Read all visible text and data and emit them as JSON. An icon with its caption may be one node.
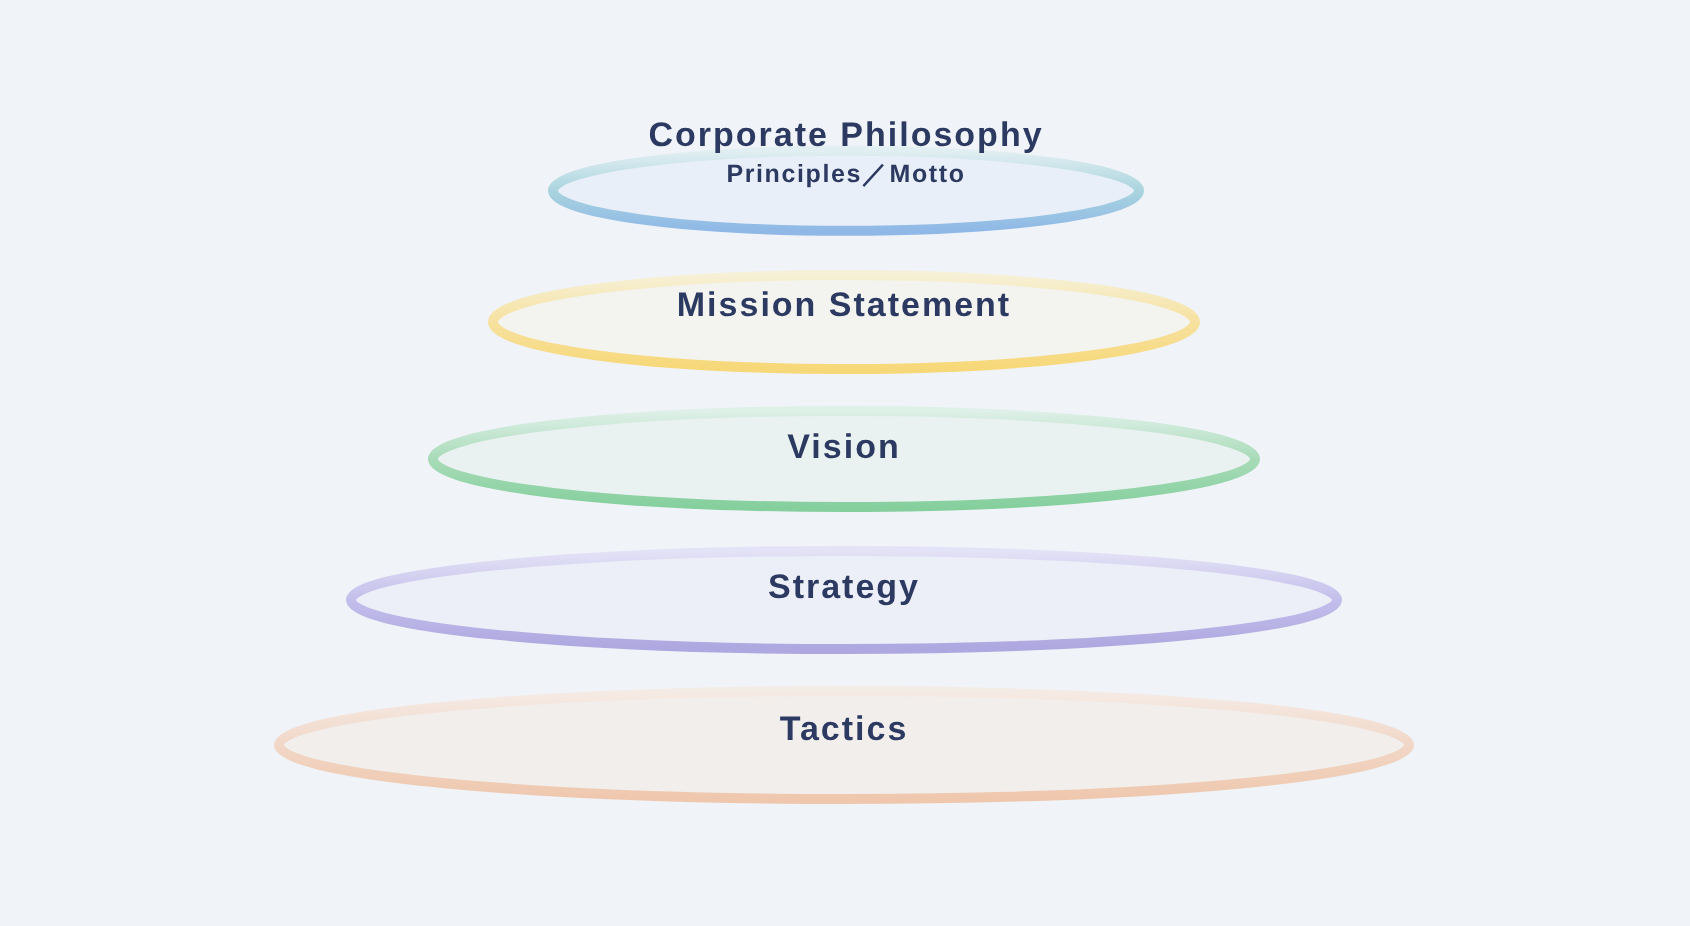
{
  "diagram": {
    "nodes": [
      {
        "text": [
          "Corporate Philosophy",
          "Principles／Motto"
        ]
      },
      {
        "text": [
          "Mission Statement"
        ]
      },
      {
        "text": [
          "Vision"
        ]
      },
      {
        "text": [
          "Strategy"
        ]
      },
      {
        "text": [
          "Tactics"
        ]
      }
    ]
  }
}
